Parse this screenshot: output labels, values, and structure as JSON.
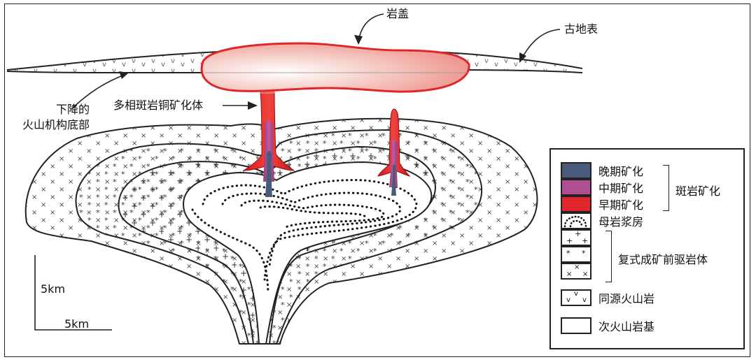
{
  "labels": {
    "cap": "岩盖",
    "paleo_surface": "古地表",
    "subsided_base": "下降的\n火山机构底部",
    "orebody": "多相斑岩铜矿化体",
    "scale_v": "5km",
    "scale_h": "5km"
  },
  "legend": {
    "items": [
      {
        "label": "晚期矿化",
        "color": "#4a5a7a"
      },
      {
        "label": "中期矿化",
        "color": "#b04e93"
      },
      {
        "label": "早期矿化",
        "color": "#e0262a"
      },
      {
        "label": "母岩浆房",
        "pattern": "dots"
      },
      {
        "label": "",
        "pattern": "plus"
      },
      {
        "label": "",
        "pattern": "star"
      },
      {
        "label": "",
        "pattern": "cross"
      },
      {
        "label": "同源火山岩",
        "pattern": "v"
      },
      {
        "label": "次火山岩基",
        "pattern": "none"
      }
    ],
    "group_porphyry": "斑岩矿化",
    "group_precursor": "复式成矿前驱岩体"
  },
  "colors": {
    "late": "#4a5a7a",
    "middle": "#b04e93",
    "early": "#e0262a",
    "cap_fill": "#f3b3ad",
    "outline": "#222222"
  }
}
